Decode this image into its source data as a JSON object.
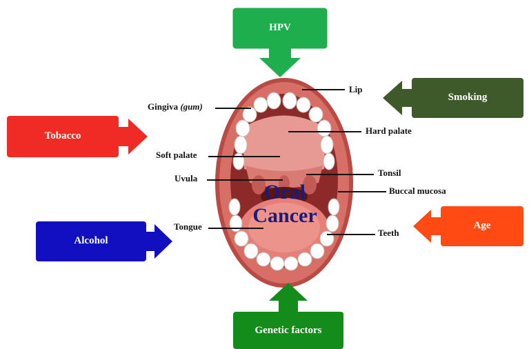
{
  "center": {
    "line1": "Oral",
    "line2": "Cancer"
  },
  "factors": {
    "hpv": {
      "label": "HPV",
      "color": "#1fae4d"
    },
    "smoking": {
      "label": "Smoking",
      "color": "#3f5a2a"
    },
    "tobacco": {
      "label": "Tobacco",
      "color": "#f02a24"
    },
    "alcohol": {
      "label": "Alcohol",
      "color": "#1010c0"
    },
    "age": {
      "label": "Age",
      "color": "#ff4a14"
    },
    "genetic": {
      "label": "Genetic factors",
      "color": "#138c1c"
    }
  },
  "anatomy": {
    "lip": "Lip",
    "gingiva": "Gingiva",
    "gingiva_alt": "(gum)",
    "hard_palate": "Hard palate",
    "soft_palate": "Soft palate",
    "tonsil": "Tonsil",
    "uvula": "Uvula",
    "buccal_mucosa": "Buccal mucosa",
    "tongue": "Tongue",
    "teeth": "Teeth"
  }
}
